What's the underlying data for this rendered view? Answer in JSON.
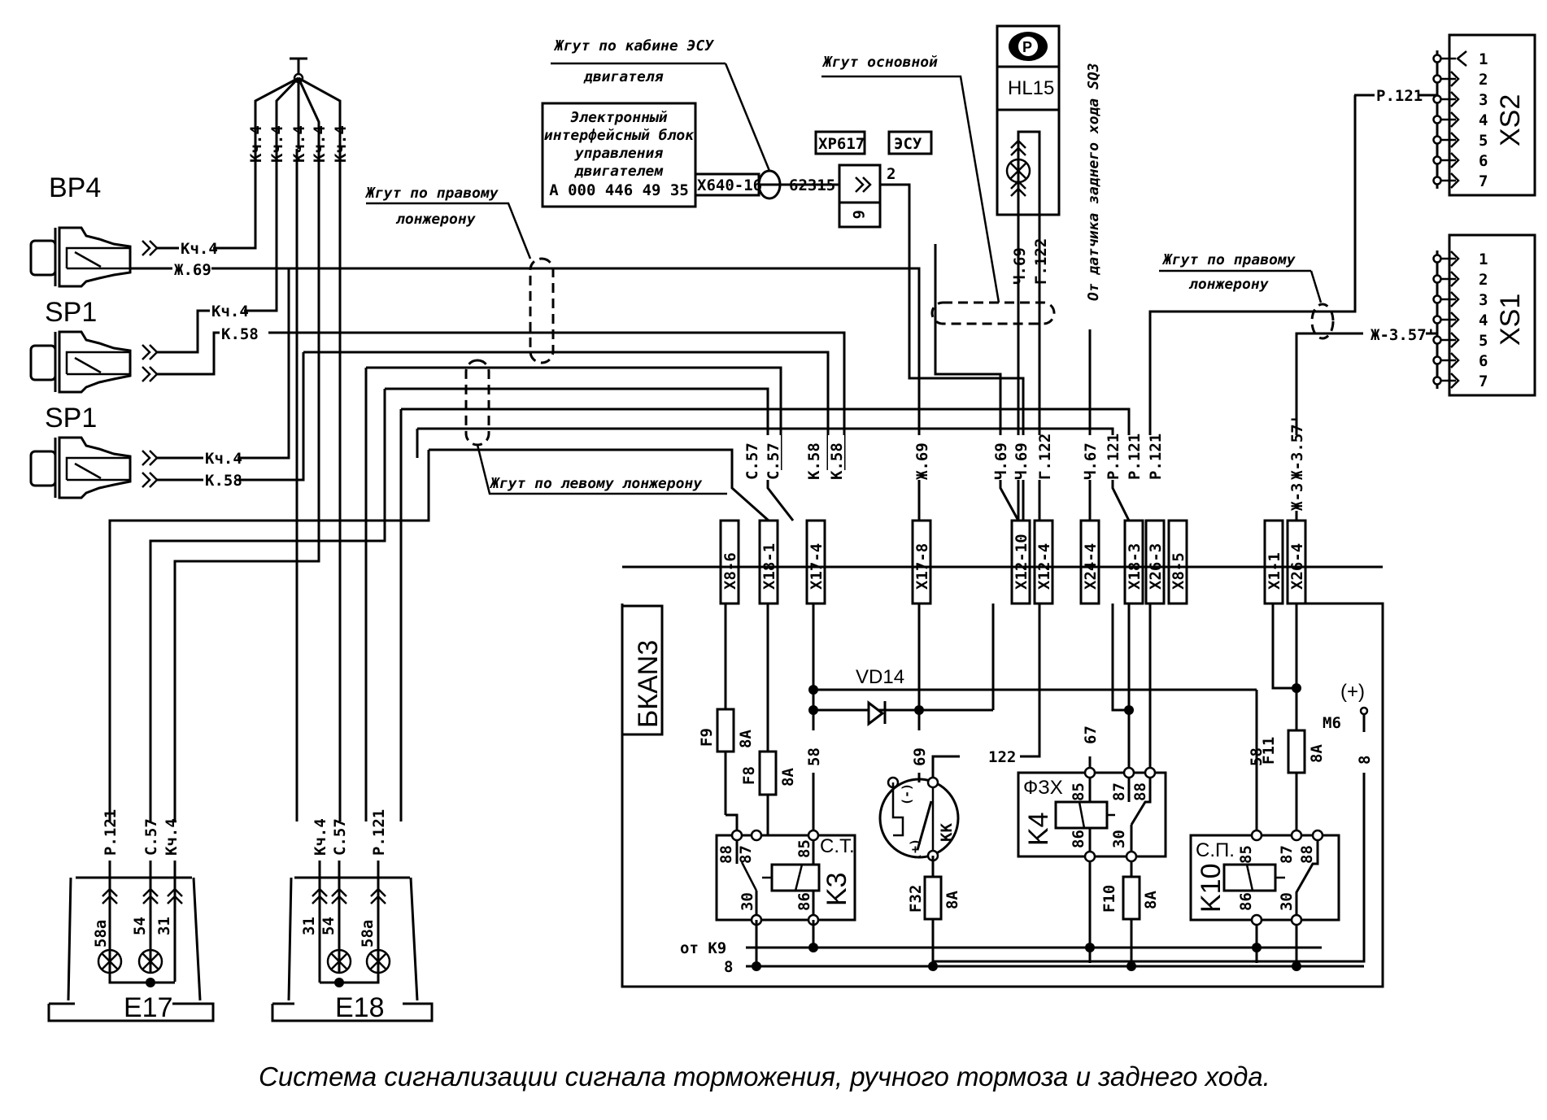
{
  "caption": "Система сигнализации сигнала торможения, ручного тормоза и заднего хода.",
  "components": {
    "bp4": "BP4",
    "sp1_top": "SP1",
    "sp1_bottom": "SP1",
    "e17": "E17",
    "e18": "E18",
    "xs1": "XS1",
    "xs2": "XS2",
    "hl15": "HL15",
    "bkan3": "БКАN3",
    "k3": "K3",
    "k3_role": "С.Т.",
    "k4": "K4",
    "k4_role": "ФЗХ",
    "k10": "K10",
    "k10_role": "С.П.",
    "vd14": "VD14",
    "kk": "KK",
    "m6": "M6",
    "m6_polarity": "(+)",
    "from_k9": "от K9"
  },
  "ecu_block": {
    "lines": [
      "Электронный",
      "интерфейсный блок",
      "управления",
      "двигателем",
      "A 000 446 49 35"
    ],
    "connector": "X640-16",
    "wire": "62315",
    "plug_labels": [
      "XP617",
      "ЭСУ"
    ],
    "plug_pin_top": "2",
    "plug_pin_bottom": "6"
  },
  "harness_notes": {
    "cabin_esu": [
      "Жгут по кабине ЭСУ",
      "двигателя"
    ],
    "main": "Жгут основной",
    "right_rail_left": [
      "Жгут по правому",
      "лонжерону"
    ],
    "right_rail_right": [
      "Жгут по правому",
      "лонжерону"
    ],
    "left_rail": "Жгут по левому лонжерону",
    "reverse_sensor": "От датчика заднего хода SQ3"
  },
  "wires": {
    "ground_bundle": [
      "Кч.4",
      "Кч.4",
      "Кч.4",
      "Кч.4",
      "Кч.4"
    ],
    "bp4_a": "Кч.4",
    "bp4_b": "Ж.69",
    "sp1a_a": "Кч.4",
    "sp1a_b": "K.58",
    "sp1b_a": "Кч.4",
    "sp1b_b": "K.58",
    "hl15_a": "Ч.69",
    "hl15_b": "Г.122",
    "xs2_wire": "P.121",
    "xs1_wire": "Ж-3.57'",
    "e17": [
      "P.121",
      "C.57",
      "Кч.4"
    ],
    "e18": [
      "Кч.4",
      "C.57",
      "P.121"
    ]
  },
  "connector_wires": [
    "C.57",
    "C.57",
    "K.58",
    "K.58",
    "Ж.69",
    "Ч.69",
    "Ч.69",
    "Г.122",
    "Ч.67",
    "P.121",
    "P.121",
    "P.121",
    "Ж-3.57'"
  ],
  "connectors": [
    "X8-6",
    "X18-1",
    "X17-4",
    "X17-8",
    "X12-10",
    "X12-4",
    "X24-4",
    "X18-3",
    "X26-3",
    "X8-5",
    "X1-1",
    "X26-4"
  ],
  "fuses": [
    {
      "name": "F9",
      "rating": "8A"
    },
    {
      "name": "F8",
      "rating": "8A"
    },
    {
      "name": "F32",
      "rating": "8A"
    },
    {
      "name": "F10",
      "rating": "8A"
    },
    {
      "name": "F11",
      "rating": "8A"
    }
  ],
  "internal_labels": {
    "w58a": "58",
    "w69": "69",
    "w122": "122",
    "w67": "67",
    "w58b": "58",
    "w8a": "8",
    "w8b": "8"
  },
  "relay_pins": {
    "p88": "88",
    "p87": "87",
    "p85": "85",
    "p86": "86",
    "p30": "30"
  },
  "lamp_pins": {
    "e17": [
      "58a",
      "54",
      "31"
    ],
    "e18": [
      "31",
      "54",
      "58a"
    ]
  },
  "socket_pins": [
    "1",
    "2",
    "3",
    "4",
    "5",
    "6",
    "7"
  ],
  "kk_signs": {
    "minus": "(-)",
    "plus": "(+)"
  }
}
